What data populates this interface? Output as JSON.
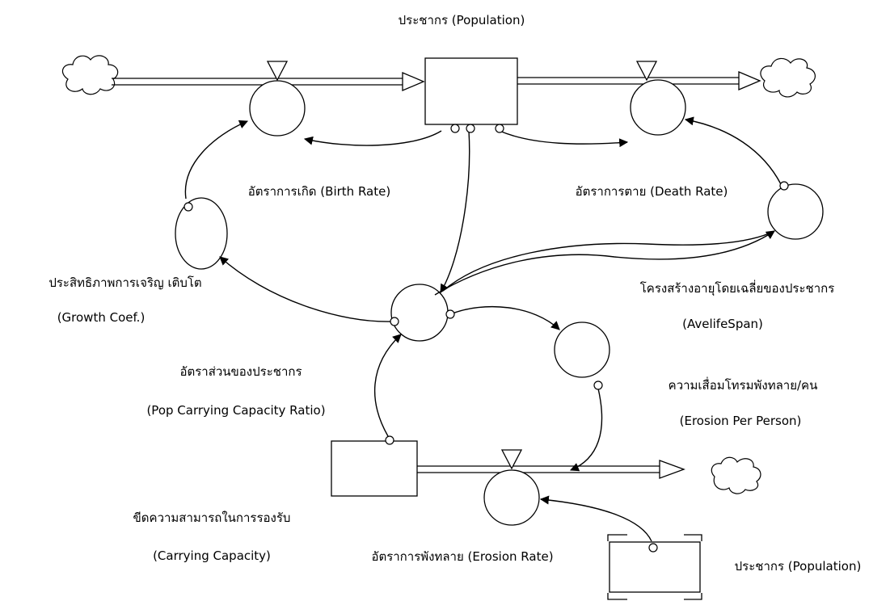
{
  "labels": {
    "population_title": "ประชากร (Population)",
    "birth_rate": "อัตราการเกิด (Birth Rate)",
    "death_rate": "อัตราการตาย (Death Rate)",
    "growth_coef_th": "ประสิทธิภาพการเจริญ เติบโต",
    "growth_coef_en": "(Growth  Coef.)",
    "avelifespan_th": "โครงสร้างอายุโดยเฉลี่ยของประชากร",
    "avelifespan_en": "(AvelifeSpan)",
    "pop_ratio_th": "อัตราส่วนของประชากร",
    "pop_ratio_en": "(Pop Carrying Capacity Ratio)",
    "erosion_per_person_th": "ความเสื่อมโทรมพังทลาย/คน",
    "erosion_per_person_en": "(Erosion Per Person)",
    "carrying_capacity_th": "ขีดความสามารถในการรองรับ",
    "carrying_capacity_en": "(Carrying Capacity)",
    "erosion_rate": "อัตราการพังทลาย (Erosion Rate)",
    "population_ghost": "ประชากร (Population)"
  }
}
